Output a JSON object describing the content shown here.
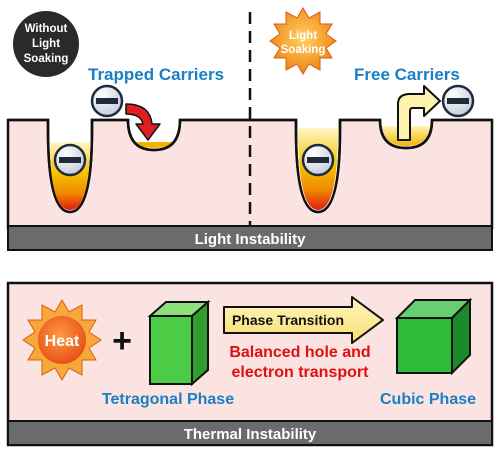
{
  "top_panel": {
    "badge_without": [
      "Without",
      "Light",
      "Soaking"
    ],
    "badge_light": [
      "Light",
      "Soaking"
    ],
    "trapped_label": "Trapped Carriers",
    "free_label": "Free Carriers",
    "footer": "Light Instability"
  },
  "bottom_panel": {
    "heat_label": "Heat",
    "plus": "+",
    "transition_label": "Phase Transition",
    "balanced_line1": "Balanced hole and",
    "balanced_line2": "electron transport",
    "tetragonal_label": "Tetragonal Phase",
    "cubic_label": "Cubic Phase",
    "footer": "Thermal Instability"
  },
  "colors": {
    "panel_fill": "#fbe3e1",
    "footer_bar": "#6b6b6b",
    "carrier_blue": "#1a7fc4",
    "red_text": "#e01010",
    "arrow_red": "#e02020",
    "sun_orange": "#f07820",
    "cube_green": "#2dbb3a"
  }
}
